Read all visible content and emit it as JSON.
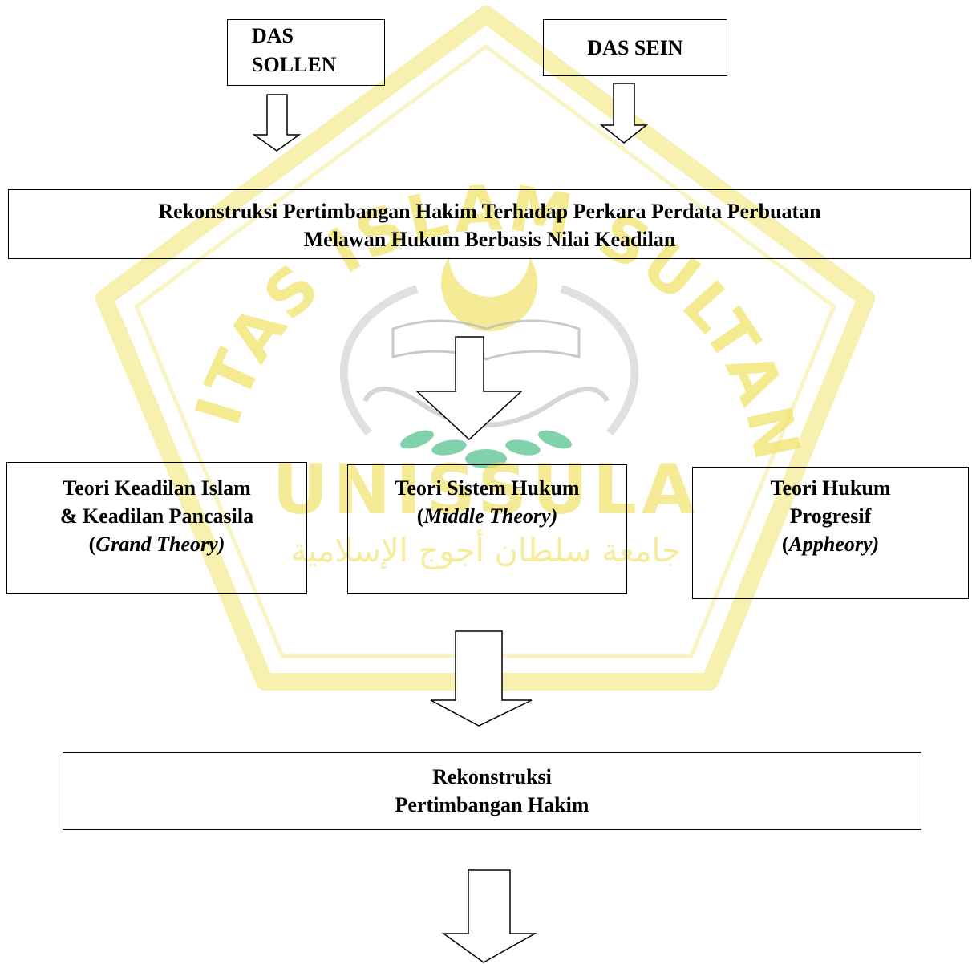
{
  "watermark": {
    "top_text": "UNIVERSITAS ISLAM SULTAN AGUNG",
    "bottom_text": "UNISSULA",
    "arabic_text": "جامعة سلطان أجوج الإسلامية",
    "colors": {
      "gold": "#f1e36b",
      "gold_light": "#f7f0b2",
      "green": "#4cc08a",
      "line": "#d8d8d8"
    }
  },
  "boxes": {
    "das_sollen": {
      "line1": "DAS",
      "line2": "SOLLEN"
    },
    "das_sein": {
      "label": "DAS SEIN"
    },
    "main_title": {
      "line1": "Rekonstruksi Pertimbangan Hakim Terhadap Perkara Perdata Perbuatan",
      "line2": "Melawan Hukum Berbasis Nilai Keadilan"
    },
    "grand_theory": {
      "line1": "Teori Keadilan Islam",
      "line2": "& Keadilan Pancasila",
      "open": "(",
      "italic": "Grand Theory)"
    },
    "middle_theory": {
      "line1": "Teori Sistem Hukum",
      "open": "(",
      "italic": "Middle Theory)"
    },
    "applied_theory": {
      "line1": "Teori Hukum",
      "line2": "Progresif",
      "open": "(",
      "italic": "Appheory)"
    },
    "result": {
      "line1": "Rekonstruksi",
      "line2": "Pertimbangan Hakim"
    }
  },
  "arrows": [
    "down-arrow",
    "down-arrow",
    "down-arrow",
    "down-arrow",
    "down-arrow"
  ]
}
